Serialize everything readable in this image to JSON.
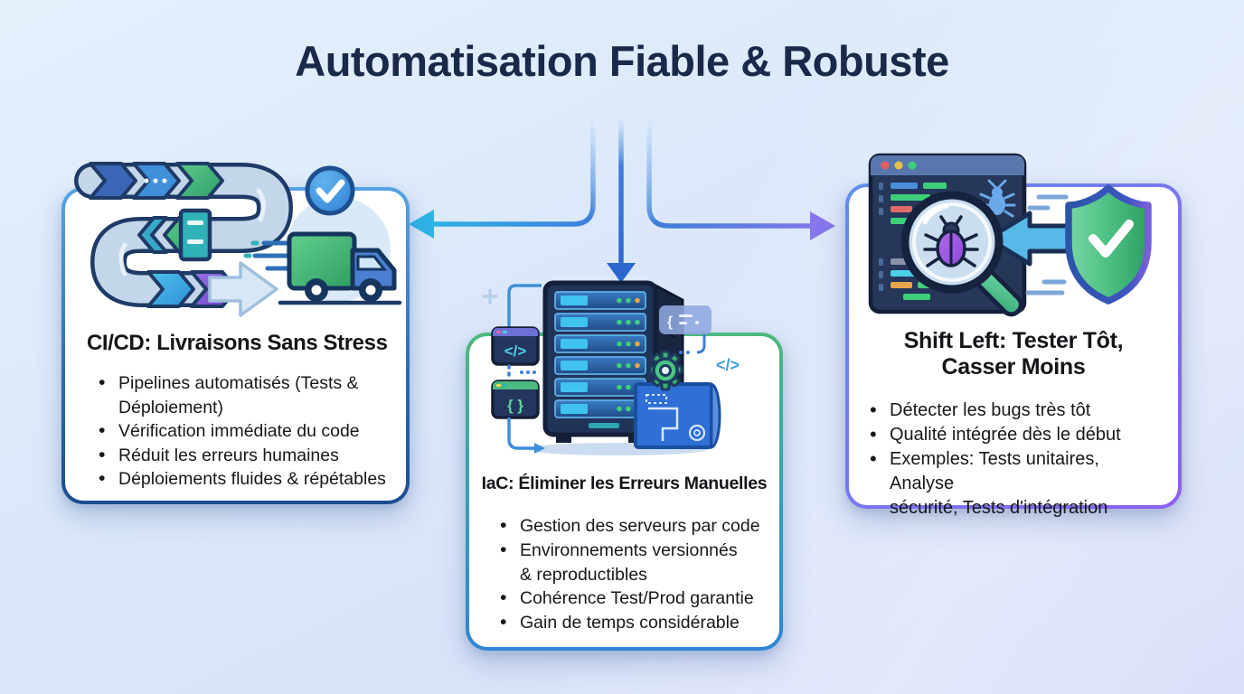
{
  "title": "Automatisation Fiable & Robuste",
  "cards": {
    "cicd": {
      "title": "CI/CD: Livraisons Sans Stress",
      "bullets": [
        "Pipelines automatisés (Tests &\nDéploiement)",
        "Vérification immédiate du code",
        "Réduit les erreurs humaines",
        "Déploiements fluides & répétables"
      ]
    },
    "iac": {
      "title": "IaC: Éliminer les Erreurs Manuelles",
      "bullets": [
        "Gestion des serveurs par code",
        "Environnements versionnés\n& reproductibles",
        "Cohérence Test/Prod garantie",
        "Gain de temps considérable"
      ]
    },
    "shiftleft": {
      "title_lines": [
        "Shift Left: Tester Tôt,",
        "Casser Moins"
      ],
      "bullets": [
        "Détecter les bugs très tôt",
        "Qualité intégrée dès le début",
        "Exemples: Tests unitaires, Analyse\nsécurité, Tests d'intégration"
      ]
    }
  },
  "colors": {
    "background_top": "#e4f0fc",
    "background_bottom": "#d7ddf9",
    "title_text": "#18294a",
    "body_text": "#17181c",
    "card_cicd_border_top": "#57a4e4",
    "card_cicd_border_bottom": "#1b4e90",
    "card_iac_border_top": "#4cb97e",
    "card_iac_border_bottom": "#2f86d6",
    "card_shiftleft_border_start": "#5f8fea",
    "card_shiftleft_border_end": "#8b5ff0",
    "arrow_blue": "#3d7edb",
    "arrow_cyan": "#2fb4e8",
    "arrow_purple": "#8677ec"
  }
}
